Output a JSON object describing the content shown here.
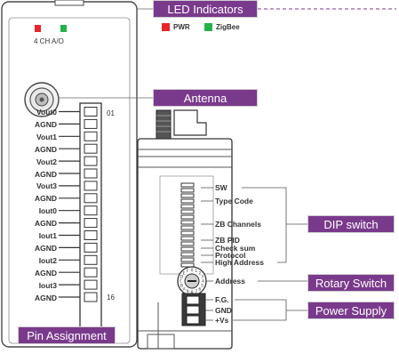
{
  "callouts": {
    "led": "LED Indicators",
    "antenna": "Antenna",
    "dip": "DIP switch",
    "rotary": "Rotary Switch",
    "power": "Power Supply",
    "pins": "Pin Assignment"
  },
  "legend": {
    "pwr": "PWR",
    "zigbee": "ZigBee"
  },
  "device": {
    "model_label": "4 CH A/O",
    "pin_first": "01",
    "pin_last": "16"
  },
  "pins": [
    "Vout0",
    "AGND",
    "Vout1",
    "AGND",
    "Vout2",
    "AGND",
    "Vout3",
    "AGND",
    "Iout0",
    "AGND",
    "Iout1",
    "AGND",
    "Iout2",
    "AGND",
    "Iout3",
    "AGND"
  ],
  "dip_labels": [
    "SW",
    "Type Code",
    "ZB Channels",
    "ZB PID",
    "Check sum",
    "Protocol",
    "High Address"
  ],
  "rotary_label": "Address",
  "power_labels": [
    "F.G.",
    "GND",
    "+Vs"
  ],
  "colors": {
    "callout": "#7a3a8c",
    "pwr_led": "#e8262a",
    "zigbee_led": "#22b24c"
  }
}
